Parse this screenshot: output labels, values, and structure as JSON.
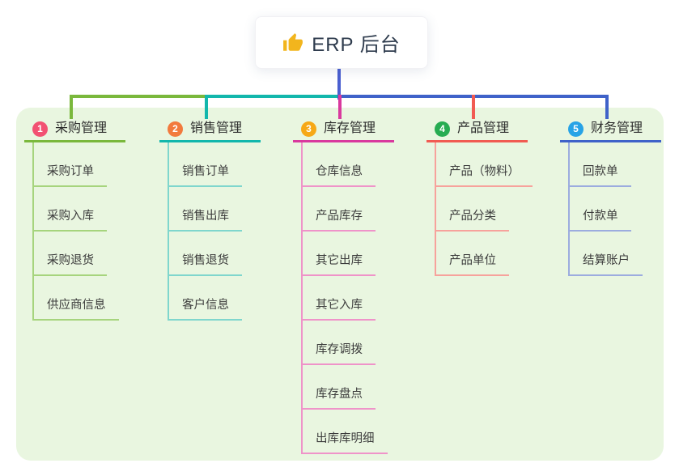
{
  "root": {
    "title": "ERP 后台",
    "icon": "thumbs-up-icon"
  },
  "colors": {
    "root_connector": "#4a5fd0",
    "panel_bg": "#e9f6e0"
  },
  "branches": [
    {
      "index": "1",
      "title": "采购管理",
      "badge_color": "#f25172",
      "line_color": "#7ab83c",
      "child_line_color": "#a6d47d",
      "children": [
        "采购订单",
        "采购入库",
        "采购退货",
        "供应商信息"
      ]
    },
    {
      "index": "2",
      "title": "销售管理",
      "badge_color": "#f27a3d",
      "line_color": "#12b7ac",
      "child_line_color": "#7fd6cd",
      "children": [
        "销售订单",
        "销售出库",
        "销售退货",
        "客户信息"
      ]
    },
    {
      "index": "3",
      "title": "库存管理",
      "badge_color": "#f6a816",
      "line_color": "#d9399e",
      "child_line_color": "#ef93c9",
      "children": [
        "仓库信息",
        "产品库存",
        "其它出库",
        "其它入库",
        "库存调拨",
        "库存盘点",
        "出库库明细"
      ]
    },
    {
      "index": "4",
      "title": "产品管理",
      "badge_color": "#27ac52",
      "line_color": "#f15b52",
      "child_line_color": "#f7a29c",
      "children": [
        "产品（物料）",
        "产品分类",
        "产品单位"
      ]
    },
    {
      "index": "5",
      "title": "财务管理",
      "badge_color": "#27a3e6",
      "line_color": "#3f62c9",
      "child_line_color": "#9cacdf",
      "children": [
        "回款单",
        "付款单",
        "结算账户"
      ]
    }
  ]
}
